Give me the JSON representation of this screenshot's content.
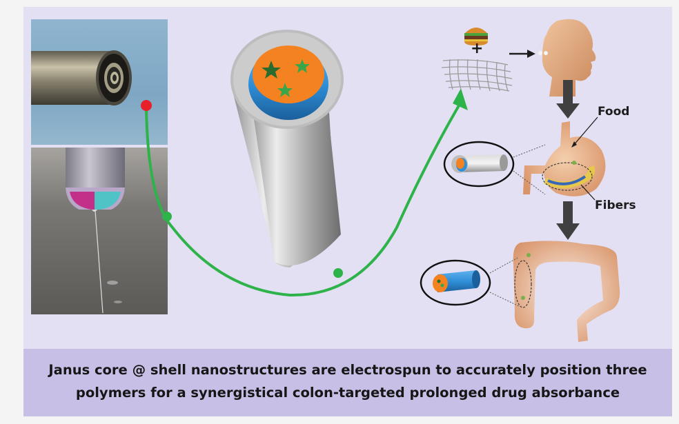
{
  "caption": {
    "line1": "Janus core @ shell nanostructures are electrospun to accurately position three",
    "line2": "polymers for a synergistical colon-targeted prolonged drug absorbance"
  },
  "labels": {
    "food": "Food",
    "fibers": "Fibers",
    "plus": "+"
  },
  "colors": {
    "background": "#e4e0f3",
    "caption_band": "#c8bfe6",
    "arrow_green": "#2db34a",
    "start_dot": "#e8202a",
    "core_orange": "#f58220",
    "shell_blue": "#2f8fd8",
    "shell_gray": "#b9b9b9",
    "organ_tan": "#e8b48a",
    "down_arrow": "#404040"
  },
  "icons": [
    "spinneret-photo",
    "taylor-cone-photo",
    "janus-fiber-icon",
    "burger-icon",
    "fiber-mesh-icon",
    "human-head-icon",
    "stomach-icon",
    "colon-icon",
    "magnified-fiber-icon"
  ]
}
